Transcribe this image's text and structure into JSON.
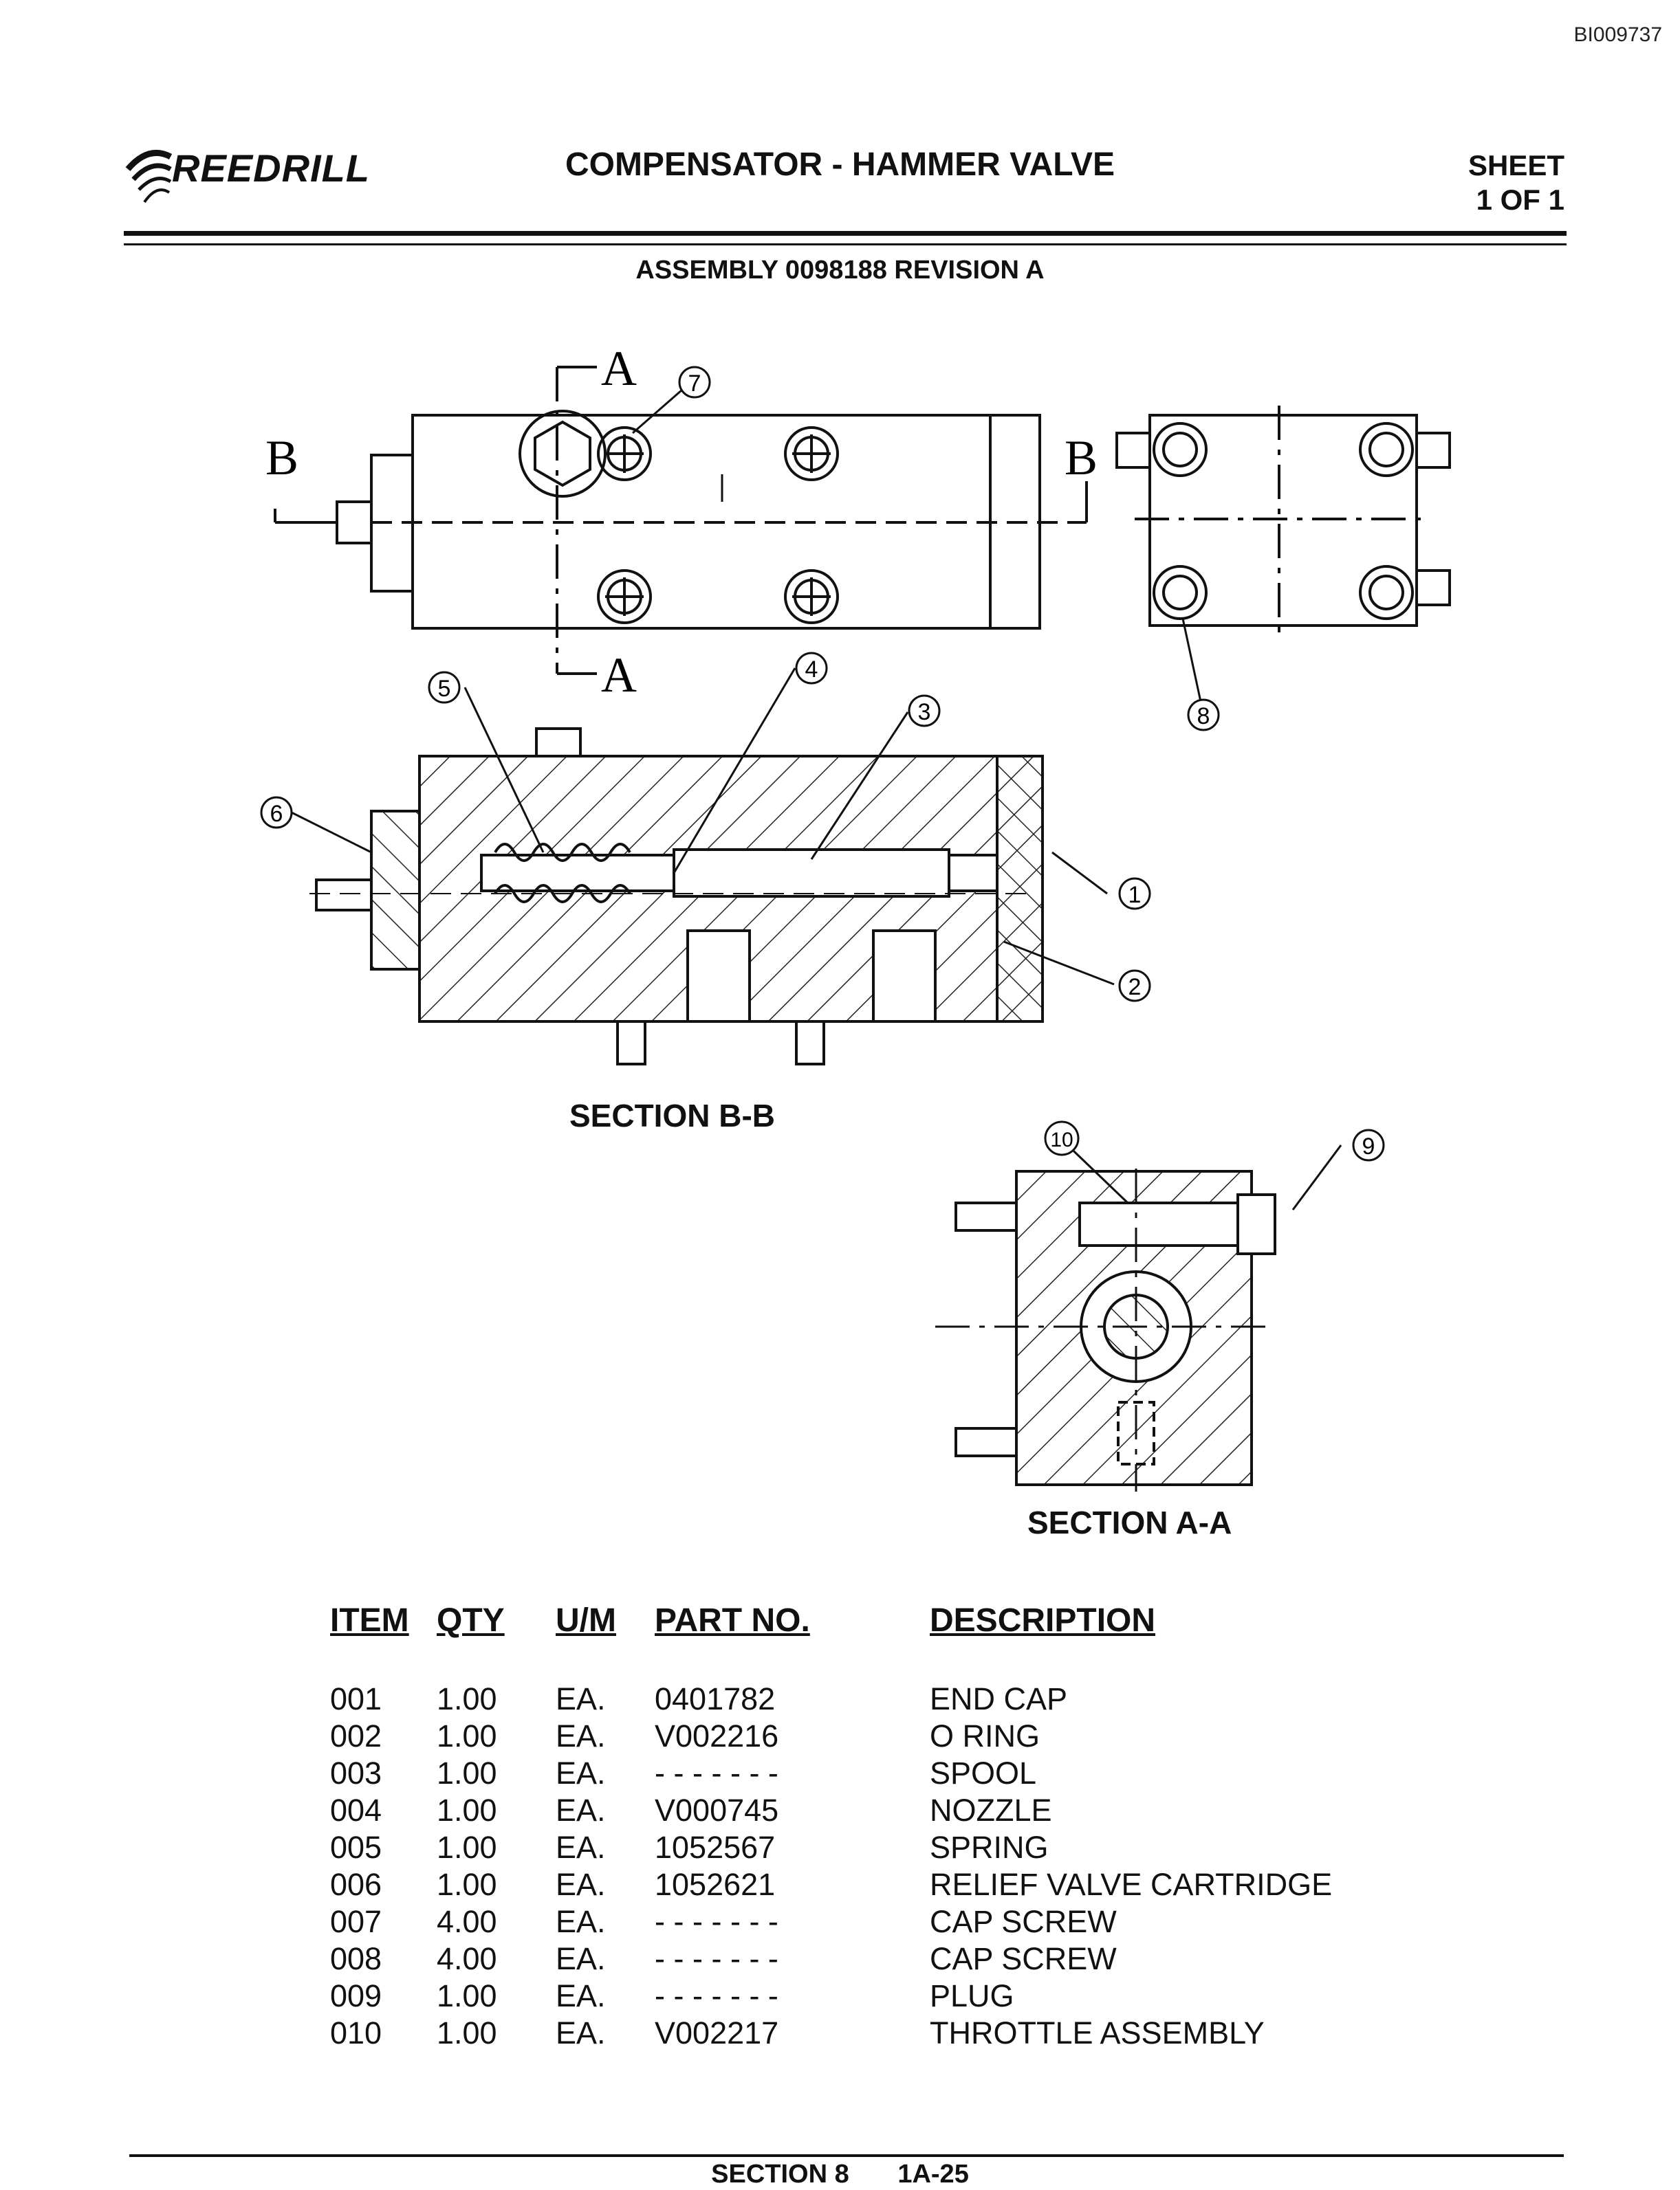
{
  "doc_id": "BI009737",
  "logo": {
    "text": "REEDRILL",
    "icon": "reedrill-swirl-logo"
  },
  "title": "COMPENSATOR - HAMMER VALVE",
  "sheet": {
    "line1": "SHEET",
    "line2": "1 OF 1"
  },
  "assembly": "ASSEMBLY 0098188 REVISION A",
  "views": {
    "top_view": {
      "section_marks": [
        "A",
        "A",
        "B",
        "B"
      ]
    },
    "section_bb": {
      "label": "SECTION B-B"
    },
    "section_aa": {
      "label": "SECTION A-A"
    }
  },
  "callouts": [
    "1",
    "2",
    "3",
    "4",
    "5",
    "6",
    "7",
    "8",
    "9",
    "10"
  ],
  "parts_table": {
    "headers": {
      "item": "ITEM",
      "qty": "QTY",
      "um": "U/M",
      "part_no": "PART NO.",
      "description": "DESCRIPTION"
    },
    "rows": [
      {
        "item": "001",
        "qty": "1.00",
        "um": "EA.",
        "part_no": "0401782",
        "description": "END CAP"
      },
      {
        "item": "002",
        "qty": "1.00",
        "um": "EA.",
        "part_no": "V002216",
        "description": "O RING"
      },
      {
        "item": "003",
        "qty": "1.00",
        "um": "EA.",
        "part_no": "- - - - - - -",
        "description": "SPOOL"
      },
      {
        "item": "004",
        "qty": "1.00",
        "um": "EA.",
        "part_no": "V000745",
        "description": "NOZZLE"
      },
      {
        "item": "005",
        "qty": "1.00",
        "um": "EA.",
        "part_no": "1052567",
        "description": "SPRING"
      },
      {
        "item": "006",
        "qty": "1.00",
        "um": "EA.",
        "part_no": "1052621",
        "description": "RELIEF VALVE CARTRIDGE"
      },
      {
        "item": "007",
        "qty": "4.00",
        "um": "EA.",
        "part_no": "- - - - - - -",
        "description": "CAP SCREW"
      },
      {
        "item": "008",
        "qty": "4.00",
        "um": "EA.",
        "part_no": "- - - - - - -",
        "description": "CAP SCREW"
      },
      {
        "item": "009",
        "qty": "1.00",
        "um": "EA.",
        "part_no": "- - - - - - -",
        "description": "PLUG"
      },
      {
        "item": "010",
        "qty": "1.00",
        "um": "EA.",
        "part_no": "V002217",
        "description": "THROTTLE ASSEMBLY"
      }
    ]
  },
  "footer": {
    "section": "SECTION 8",
    "page": "1A-25"
  }
}
